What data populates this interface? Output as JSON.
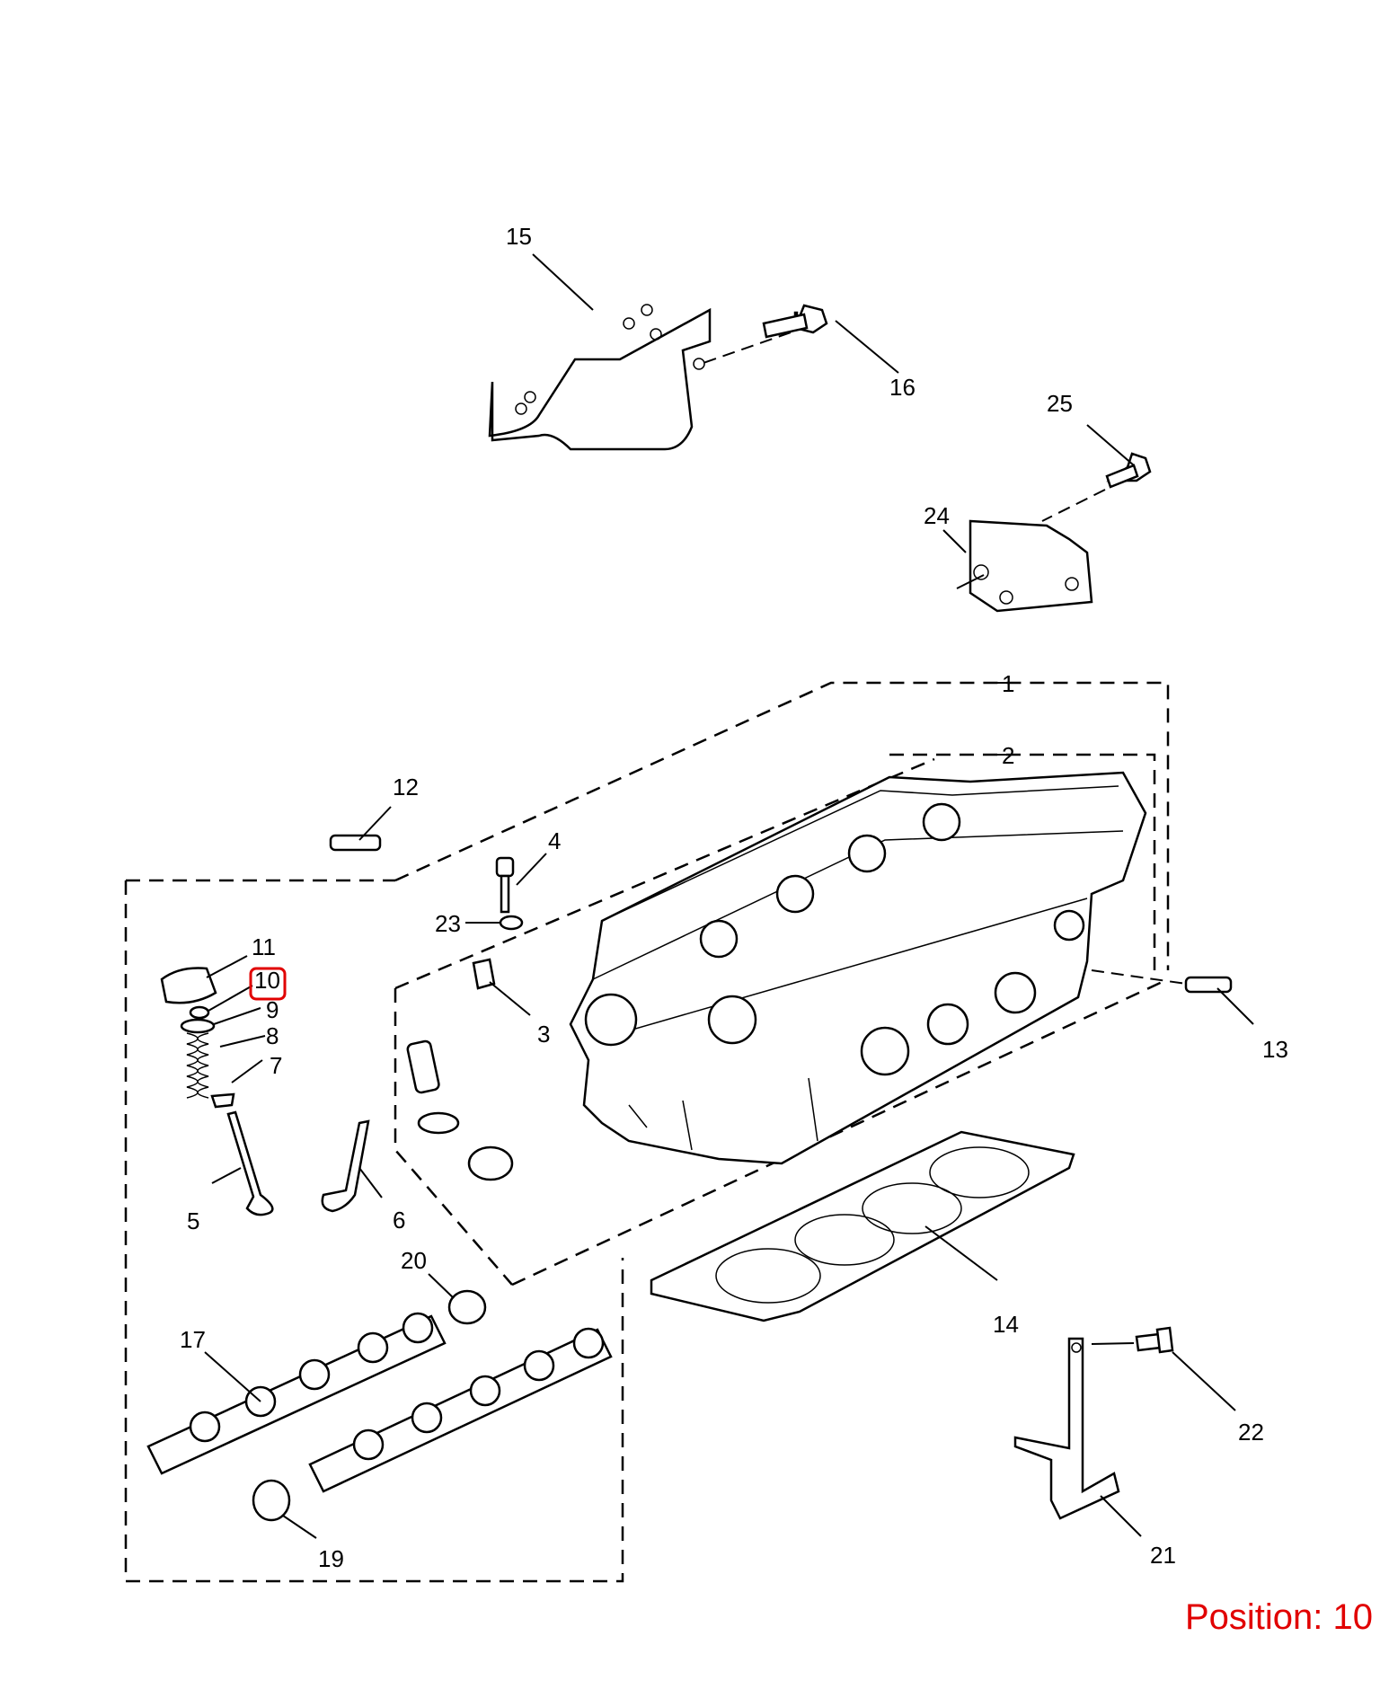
{
  "callouts": {
    "c1": "1",
    "c2": "2",
    "c3": "3",
    "c4": "4",
    "c5": "5",
    "c6": "6",
    "c7": "7",
    "c8": "8",
    "c9": "9",
    "c10": "10",
    "c11": "11",
    "c12": "12",
    "c13": "13",
    "c14": "14",
    "c15": "15",
    "c16": "16",
    "c17": "17",
    "c19": "19",
    "c20": "20",
    "c21": "21",
    "c22": "22",
    "c23": "23",
    "c24": "24",
    "c25": "25"
  },
  "selected_callout": "10",
  "position_label": "Position: 10",
  "highlight_color": "#e10000"
}
